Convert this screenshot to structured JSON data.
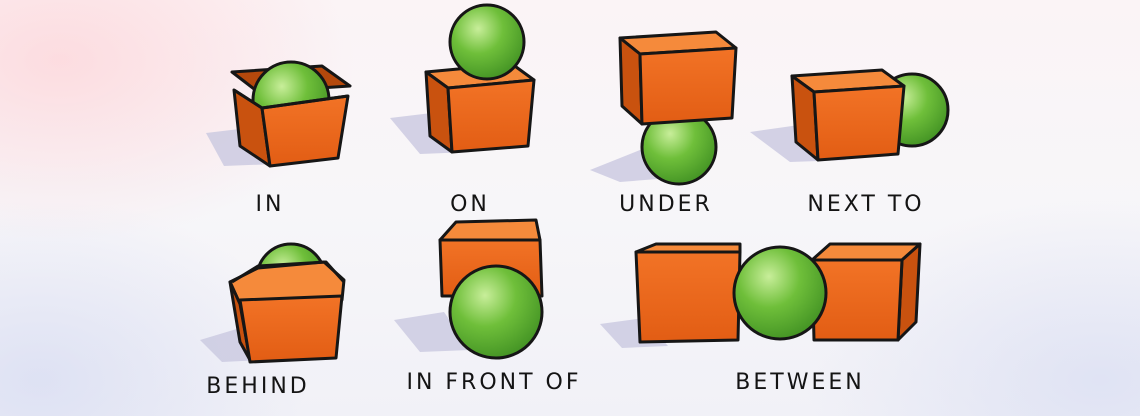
{
  "colors": {
    "cube_front": "#ef6a1c",
    "cube_side": "#c9520f",
    "cube_top": "#f58a3b",
    "cube_inside": "#b4480c",
    "ball": "#6fbf3a",
    "ball_shade": "#3f8f22",
    "ball_highlight": "#c8ee9a",
    "outline": "#161616",
    "shadow": "#c9c8e0"
  },
  "icons": [
    "cube-icon",
    "ball-icon"
  ],
  "prepositions": [
    {
      "id": "in",
      "label": "IN"
    },
    {
      "id": "on",
      "label": "ON"
    },
    {
      "id": "under",
      "label": "UNDER"
    },
    {
      "id": "next-to",
      "label": "NEXT TO"
    },
    {
      "id": "behind",
      "label": "BEHIND"
    },
    {
      "id": "in-front-of",
      "label": "IN FRONT OF"
    },
    {
      "id": "between",
      "label": "BETWEEN"
    }
  ]
}
